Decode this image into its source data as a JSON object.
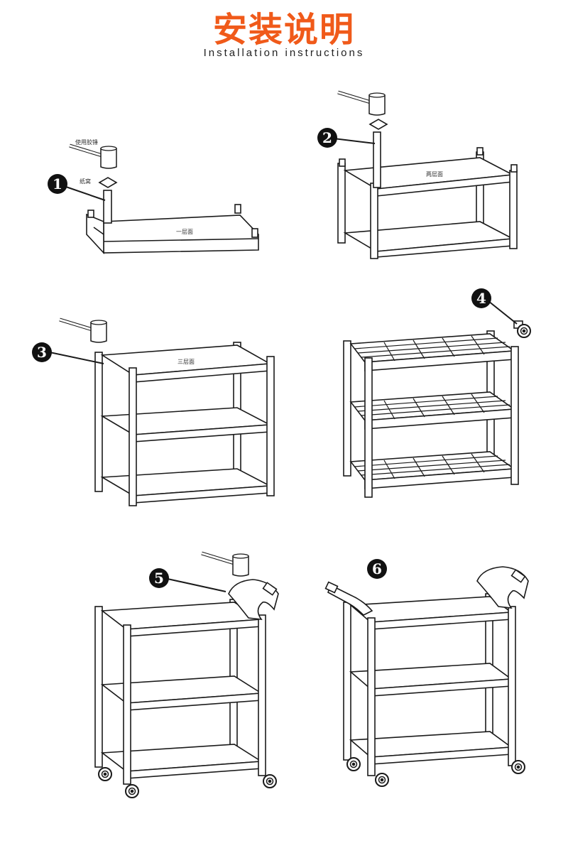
{
  "header": {
    "title": "安装说明",
    "subtitle": "Installation instructions"
  },
  "steps": [
    {
      "number": "1",
      "labels": {
        "tool": "使用胶锤",
        "pad": "纸窝",
        "shelf": "一层面"
      }
    },
    {
      "number": "2",
      "labels": {
        "shelf": "两层面"
      }
    },
    {
      "number": "3",
      "labels": {
        "shelf": "三层面"
      }
    },
    {
      "number": "4"
    },
    {
      "number": "5"
    },
    {
      "number": "6"
    }
  ],
  "colors": {
    "title": "#f05a1a",
    "line": "#1a1a1a",
    "badge": "#111111",
    "fill": "#ffffff"
  }
}
